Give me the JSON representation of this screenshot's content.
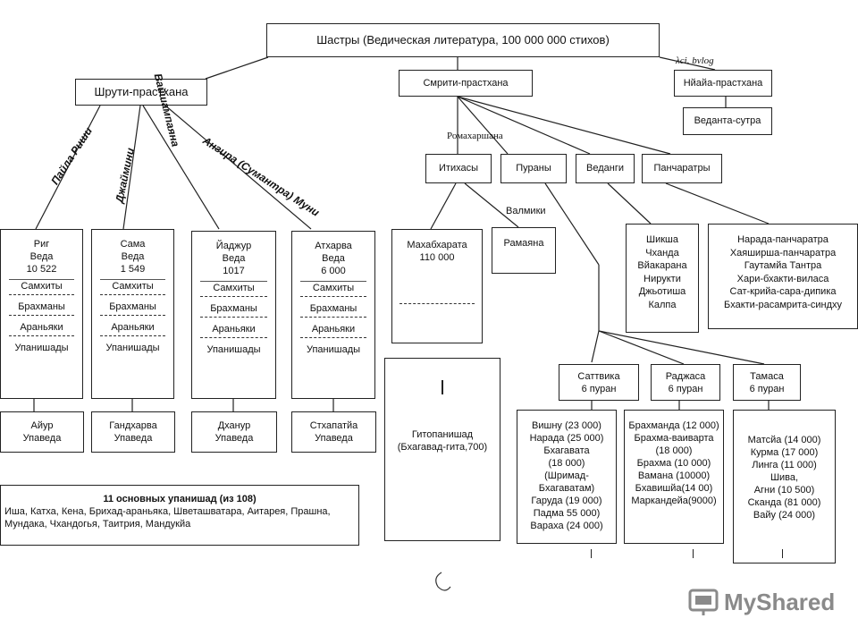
{
  "root": "Шастры (Ведическая литература, 100 000 000 стихов)",
  "handwritten_note": "λci. bvlog",
  "shruti": {
    "title": "Шрути-прастхана",
    "rishis": [
      "Пайла Риши",
      "Джаймини",
      "Вайшампаяна",
      "Ангира (Сумантра) Муни"
    ],
    "vedas": [
      {
        "l1": "Риг",
        "l2": "Веда",
        "l3": "10 522"
      },
      {
        "l1": "Сама",
        "l2": "Веда",
        "l3": "1 549"
      },
      {
        "l1": "Йаджур",
        "l2": "Веда",
        "l3": "1017"
      },
      {
        "l1": "Атхарва",
        "l2": "Веда",
        "l3": "6 000"
      }
    ],
    "parts": [
      "Самхиты",
      "Брахманы",
      "Араньяки",
      "Упанишады"
    ],
    "upavedas": [
      {
        "l1": "Айур",
        "l2": "Упаведа"
      },
      {
        "l1": "Гандхарва",
        "l2": "Упаведа"
      },
      {
        "l1": "Дханур",
        "l2": "Упаведа"
      },
      {
        "l1": "Стхапатйа",
        "l2": "Упаведа"
      }
    ],
    "upanishads_title": "11 основных упанишад (из 108)",
    "upanishads_line1": "Иша, Катха, Кена, Брихад-араньяка, Шветашватара, Аитарея, Прашна,",
    "upanishads_line2": "Мундака, Чхандогья, Таитрия, Мандукйа"
  },
  "smriti": {
    "title": "Смрити-прастхана",
    "romaharshana": "Ромахаршана",
    "categories": [
      "Итихасы",
      "Пураны",
      "Веданги",
      "Панчаратры"
    ],
    "valmiki": "Валмики",
    "mahabharata": {
      "l1": "Махабхарата",
      "l2": "110 000"
    },
    "ramayana": "Рамаяна",
    "gitopanishad": {
      "l1": "Гитопанишад",
      "l2": "(Бхагавад-гита,700)"
    },
    "vedangas": [
      "Шикша",
      "Чханда",
      "Вйакарана",
      "Нирукти",
      "Джьотиша",
      "Калпа"
    ],
    "pancharatras": [
      "Нарада-панчаратра",
      "Хаяширша-панчаратра",
      "Гаутамйа Тантра",
      "Хари-бхакти-виласа",
      "Сат-крийа-сара-дипика",
      "Бхакти-расамрита-синдху"
    ],
    "gunas": [
      {
        "l1": "Саттвика",
        "l2": "6 пуран"
      },
      {
        "l1": "Раджаса",
        "l2": "6 пуран"
      },
      {
        "l1": "Тамаса",
        "l2": "6 пуран"
      }
    ],
    "sattvika_list": [
      "Вишну (23 000)",
      "Нарада (25 000)",
      "Бхагавата",
      "(18 000)",
      "(Шримад-",
      "Бхагаватам)",
      "Гаруда (19 000)",
      "Падма 55 000)",
      "Вараха (24 000)"
    ],
    "rajasa_list": [
      "Брахманда (12 000)",
      "Брахма-ваиварта",
      "(18 000)",
      "Брахма (10 000)",
      "Вамана (10000)",
      "Бхавишйа(14 00)",
      "Маркандейа(9000)"
    ],
    "tamasa_list": [
      "Матсйа (14 000)",
      "Курма (17 000)",
      "Линга (11 000)",
      "Шива,",
      "Агни (10 500)",
      "Сканда (81 000)",
      "Вайу  (24 000)"
    ]
  },
  "nyaya": {
    "title": "Нйайа-прастхана",
    "vedanta": "Веданта-сутра"
  },
  "watermark": "MyShared"
}
